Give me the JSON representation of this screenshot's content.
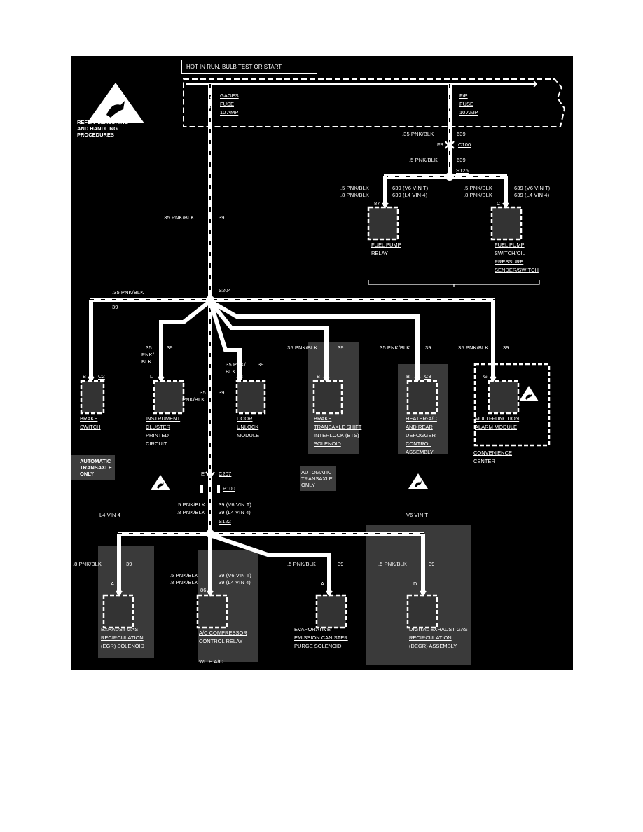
{
  "header": {
    "hot_label": "HOT IN RUN, BULB TEST OR START",
    "esd_note": [
      "REFER MEASURING",
      "AND HANDLING",
      "PROCEDURES"
    ]
  },
  "fuses": {
    "gages": [
      "GAGES",
      "FUSE",
      "10 AMP"
    ],
    "fp": [
      "F/P",
      "FUSE",
      "10 AMP"
    ]
  },
  "wires": {
    "w035_pnk_blk": ".35 PNK/BLK",
    "w035_pnk": ".35",
    "w_pnk_blk_split": [
      "PNK/",
      "BLK"
    ],
    "w05_pnk_blk": ".5 PNK/BLK",
    "w08_pnk_blk": ".8 PNK/BLK",
    "c39": "39",
    "c639": "639",
    "c639_v6": "639 (V6 VIN T)",
    "c639_l4": "639 (L4 VIN 4)",
    "c39_v6": "39 (V6 VIN T)",
    "c39_l4": "39 (L4 VIN 4)",
    "pnk_blk_under": "PNK/BLK",
    "door_wire": ".35 PNK/",
    "door_wire2": "BLK"
  },
  "connectors": {
    "f8": "F8",
    "c100": "C100",
    "s126": "S126",
    "s204": "S204",
    "c207": "C207",
    "e": "E",
    "p100": "P100",
    "s122": "S122",
    "pin87": "87",
    "pinC": "C",
    "pinB": "B",
    "pinL": "L",
    "pinG": "G",
    "pinA": "A",
    "pinD": "D",
    "pin86": "86",
    "c2": "C2",
    "c3": "C3"
  },
  "components": {
    "fuel_pump_relay": [
      "FUEL PUMP",
      "RELAY"
    ],
    "fuel_pump_switch": [
      "FUEL PUMP",
      "SWITCH/OIL",
      "PRESSURE",
      "SENDER/SWITCH"
    ],
    "brake_switch": [
      "BRAKE",
      "SWITCH"
    ],
    "instrument_cluster": [
      "INSTRUMENT",
      "CLUSTER",
      "PRINTED",
      "CIRCUIT"
    ],
    "door_unlock": [
      "DOOR",
      "UNLOCK",
      "MODULE"
    ],
    "bts_solenoid": [
      "BRAKE",
      "TRANSAXLE SHIFT",
      "INTERLOCK (BTS)",
      "SOLENOID"
    ],
    "heater_ac": [
      "HEATER-A/C",
      "AND REAR",
      "DEFOGGER",
      "CONTROL",
      "ASSEMBLY"
    ],
    "multi_function": [
      "MULTI-FUNCTION",
      "ALARM MODULE"
    ],
    "convenience_center": [
      "CONVENIENCE",
      "CENTER"
    ],
    "egr_solenoid": [
      "EXHAUST GAS",
      "RECIRCULATION",
      "(EGR) SOLENOID"
    ],
    "ac_relay": [
      "A/C COMPRESSOR",
      "CONTROL RELAY"
    ],
    "evap_solenoid": [
      "EVAPORATIVE",
      "EMISSION CANISTER",
      "PURGE SOLENOID"
    ],
    "degr_assembly": [
      "DIGITAL EXHAUST GAS",
      "RECIRCULATION",
      "(DEGR) ASSEMBLY"
    ]
  },
  "notes": {
    "auto_trans_1": [
      "AUTOMATIC",
      "TRANSAXLE",
      "ONLY"
    ],
    "auto_trans_2": [
      "AUTOMATIC",
      "TRANSAXLE",
      "ONLY"
    ],
    "l4_vin4": "L4 VIN 4",
    "v6_vint": "V6 VIN T",
    "with_ac": "WITH A/C"
  },
  "colors": {
    "background": "#000000",
    "wire": "#ffffff",
    "shade": "#4a4a4a"
  },
  "icons": [
    "esd-warning-icon"
  ]
}
